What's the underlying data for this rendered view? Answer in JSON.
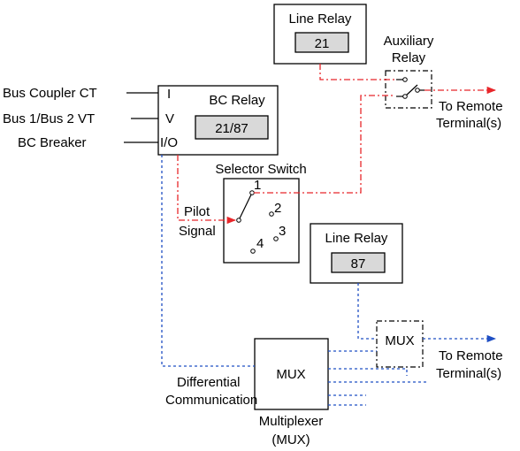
{
  "line_relay_top": {
    "title": "Line Relay",
    "code": "21"
  },
  "auxiliary_relay": {
    "label_line1": "Auxiliary",
    "label_line2": "Relay"
  },
  "to_remote_top": {
    "line1": "To Remote",
    "line2": "Terminal(s)"
  },
  "bc_relay": {
    "title": "BC Relay",
    "code": "21/87",
    "ports": {
      "current": "I",
      "voltage": "V",
      "io": "I/O"
    }
  },
  "inputs": {
    "bus_coupler_ct": "Bus Coupler CT",
    "bus_vt": "Bus 1/Bus 2 VT",
    "bc_breaker": "BC Breaker"
  },
  "selector_switch": {
    "title": "Selector Switch",
    "positions": [
      "1",
      "2",
      "3",
      "4"
    ]
  },
  "pilot_signal": {
    "line1": "Pilot",
    "line2": "Signal"
  },
  "line_relay_bottom": {
    "title": "Line Relay",
    "code": "87"
  },
  "mux_small": {
    "label": "MUX"
  },
  "to_remote_bottom": {
    "line1": "To Remote",
    "line2": "Terminal(s)"
  },
  "mux_main": {
    "label": "MUX",
    "caption_line1": "Multiplexer",
    "caption_line2": "(MUX)"
  },
  "differential": {
    "line1": "Differential",
    "line2": "Communication"
  },
  "colors": {
    "pilot": "#e8262a",
    "communication": "#1f4fc4",
    "relay_fill": "#d9d9d9"
  }
}
